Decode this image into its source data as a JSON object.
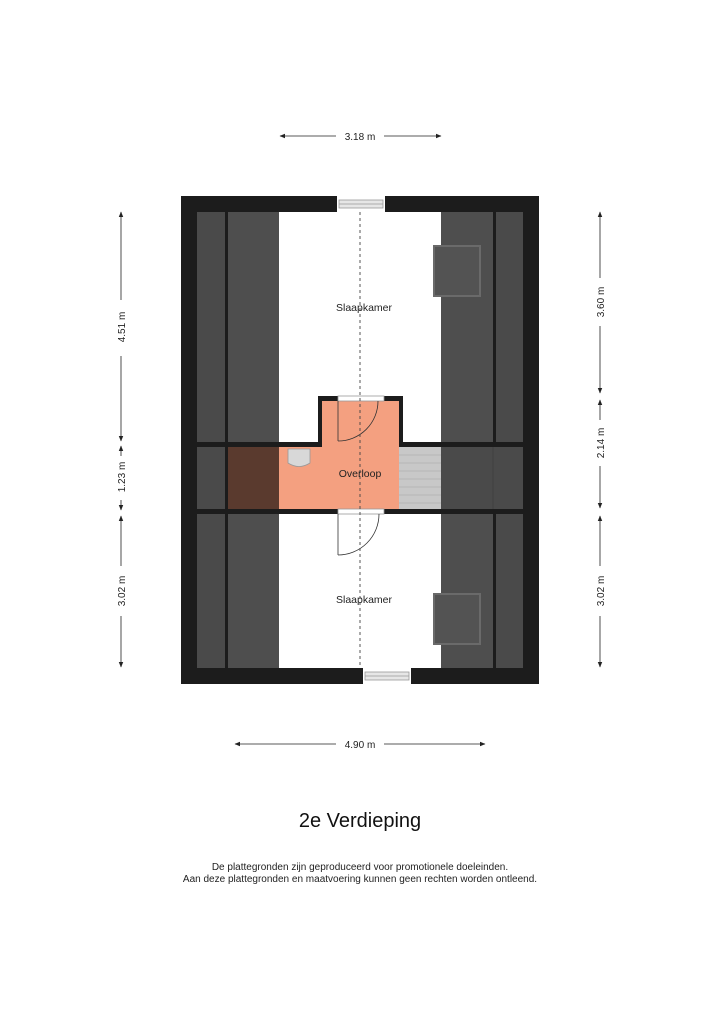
{
  "floor": {
    "title": "2e Verdieping",
    "disclaimer_line1": "De plattegronden zijn geproduceerd voor promotionele doeleinden.",
    "disclaimer_line2": "Aan deze plattegronden en maatvoering kunnen geen rechten worden ontleend."
  },
  "dimensions": {
    "top_width": "3.18 m",
    "bottom_width": "4.90 m",
    "left_upper": "4.51 m",
    "left_middle": "1.23 m",
    "left_lower": "3.02 m",
    "right_upper": "3.60 m",
    "right_middle": "2.14 m",
    "right_lower": "3.02 m"
  },
  "rooms": {
    "top_bedroom": "Slaapkamer",
    "landing": "Overloop",
    "bottom_bedroom": "Slaapkamer"
  },
  "colors": {
    "wall": "#1c1c1c",
    "roof_slope": "#4a4a4a",
    "landing": "#f4a080",
    "landing_dark": "#5a3a2e",
    "stairs": "#c8c8c8",
    "room": "#ffffff"
  }
}
